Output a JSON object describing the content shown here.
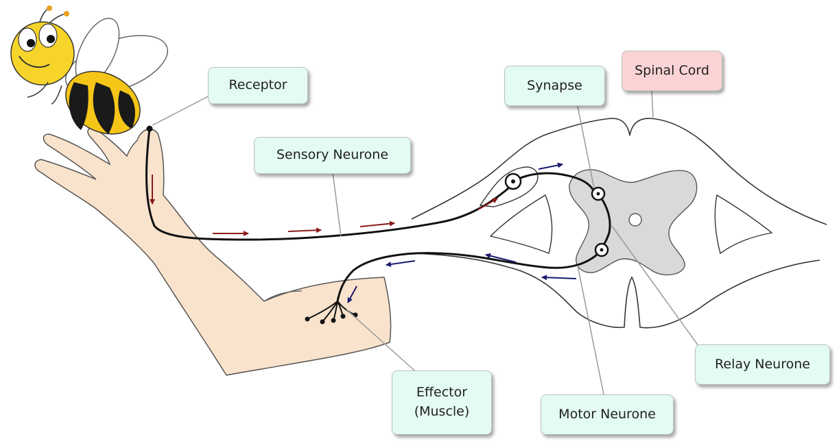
{
  "labels": {
    "receptor": "Receptor",
    "sensory_neurone": "Sensory Neurone",
    "synapse": "Synapse",
    "spinal_cord": "Spinal Cord",
    "relay_neurone": "Relay Neurone",
    "motor_neurone": "Motor Neurone",
    "effector": "Effector\n(Muscle)"
  },
  "colors": {
    "label_fill": "#e3fbf1",
    "spinal_label_fill": "#fbd3d5",
    "skin": "#f9e3cc",
    "grey_matter": "#d9d9d9",
    "sensory_arrow": "#8b1a1a",
    "motor_arrow": "#1a1a6e",
    "bee_yellow": "#f5c518"
  },
  "icons": {
    "bee": "bee-icon"
  }
}
